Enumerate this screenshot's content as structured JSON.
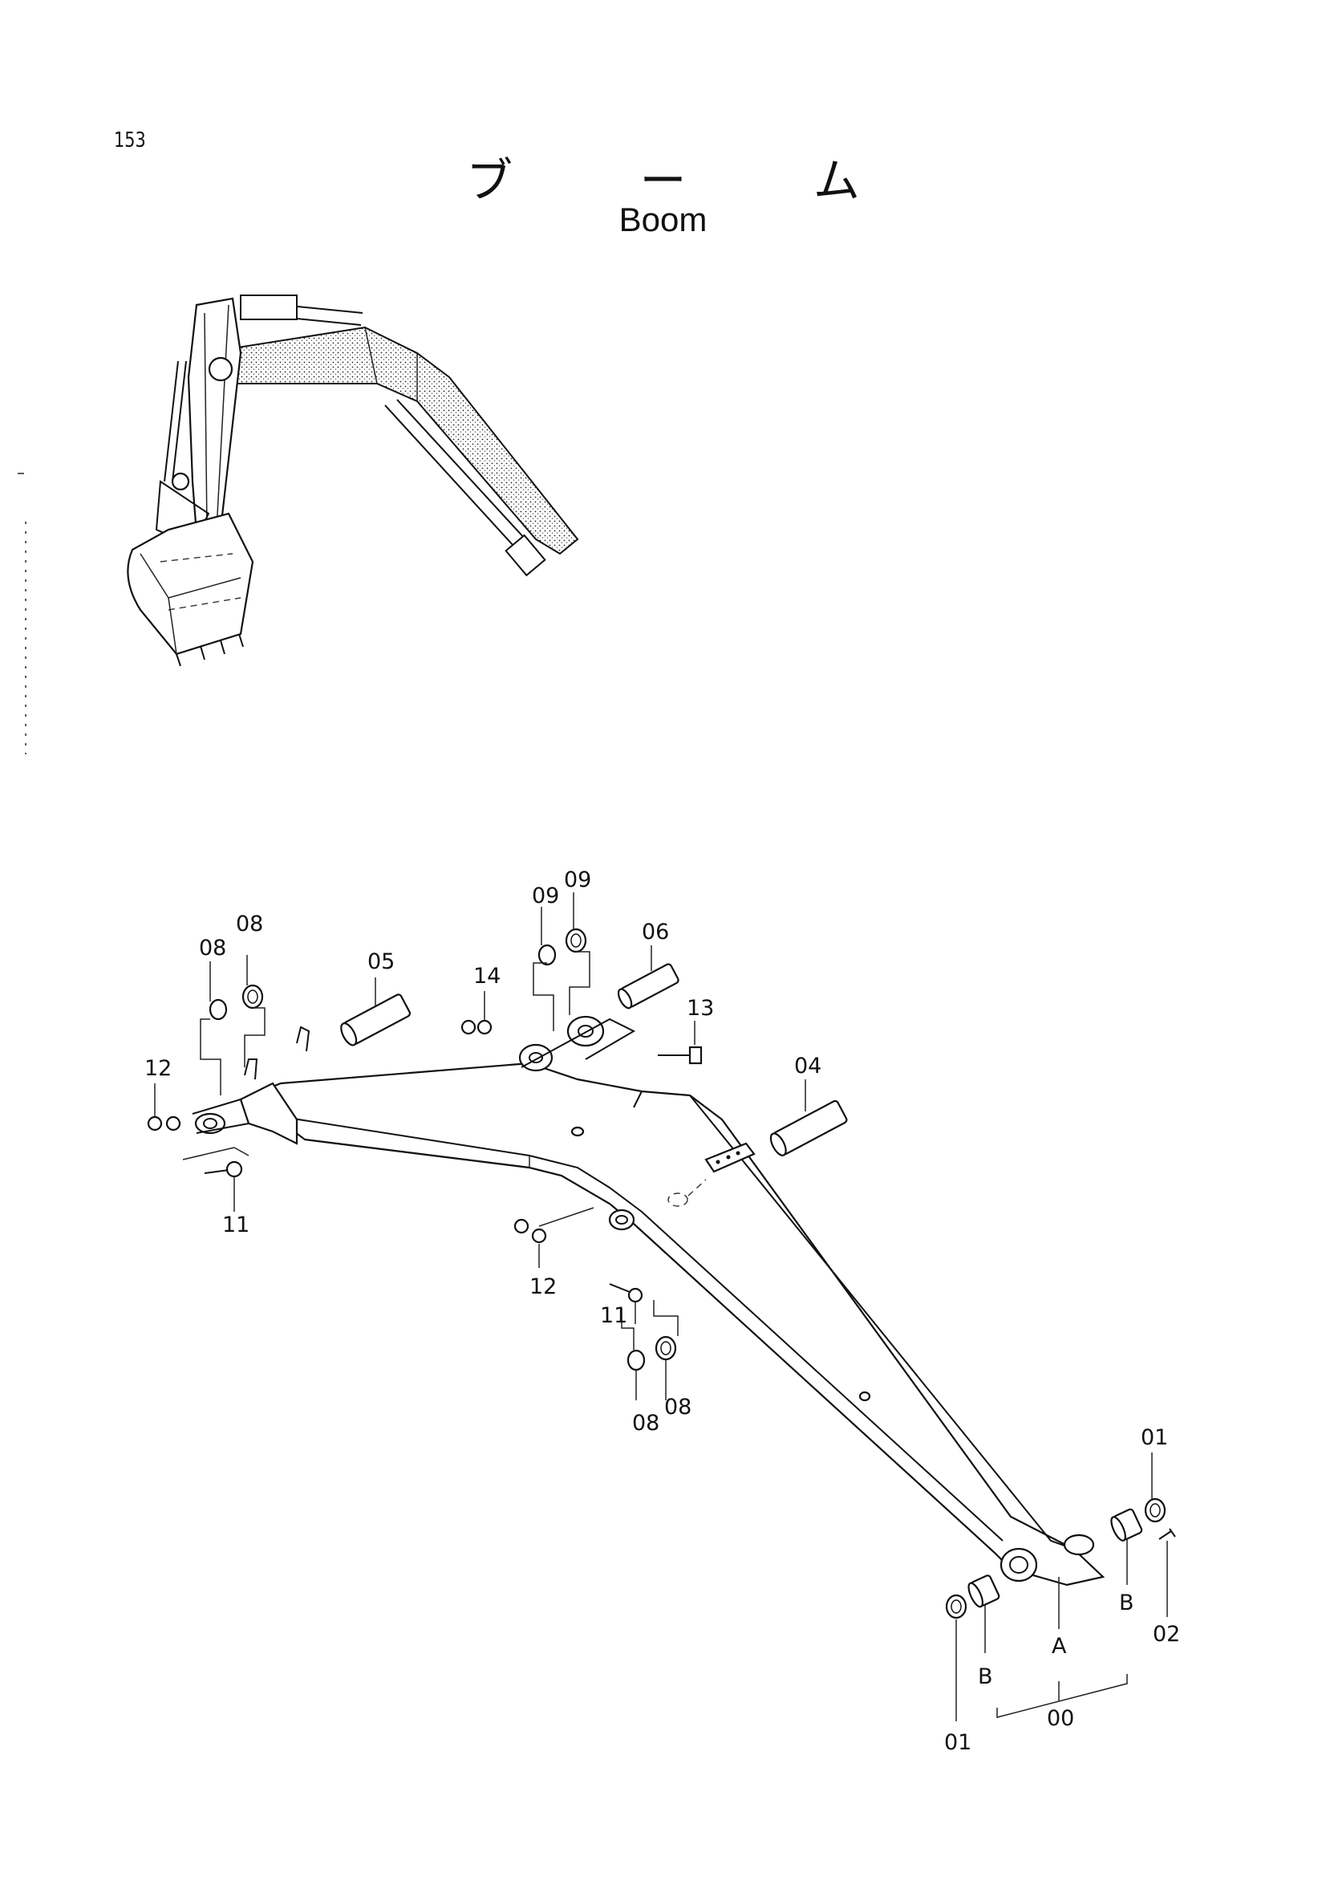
{
  "page_number": "153",
  "title_jp": "ブ ー ム",
  "title_en": "Boom",
  "labels": {
    "l08a": "08",
    "l08b": "08",
    "l05": "05",
    "l09a": "09",
    "l09b": "09",
    "l06": "06",
    "l14": "14",
    "l13": "13",
    "l04": "04",
    "l12a": "12",
    "l11a": "11",
    "l12b": "12",
    "l11b": "11",
    "l08c": "08",
    "l08d": "08",
    "l01a": "01",
    "l02": "02",
    "lB1": "B",
    "lA": "A",
    "lB2": "B",
    "l00": "00",
    "l01b": "01"
  }
}
